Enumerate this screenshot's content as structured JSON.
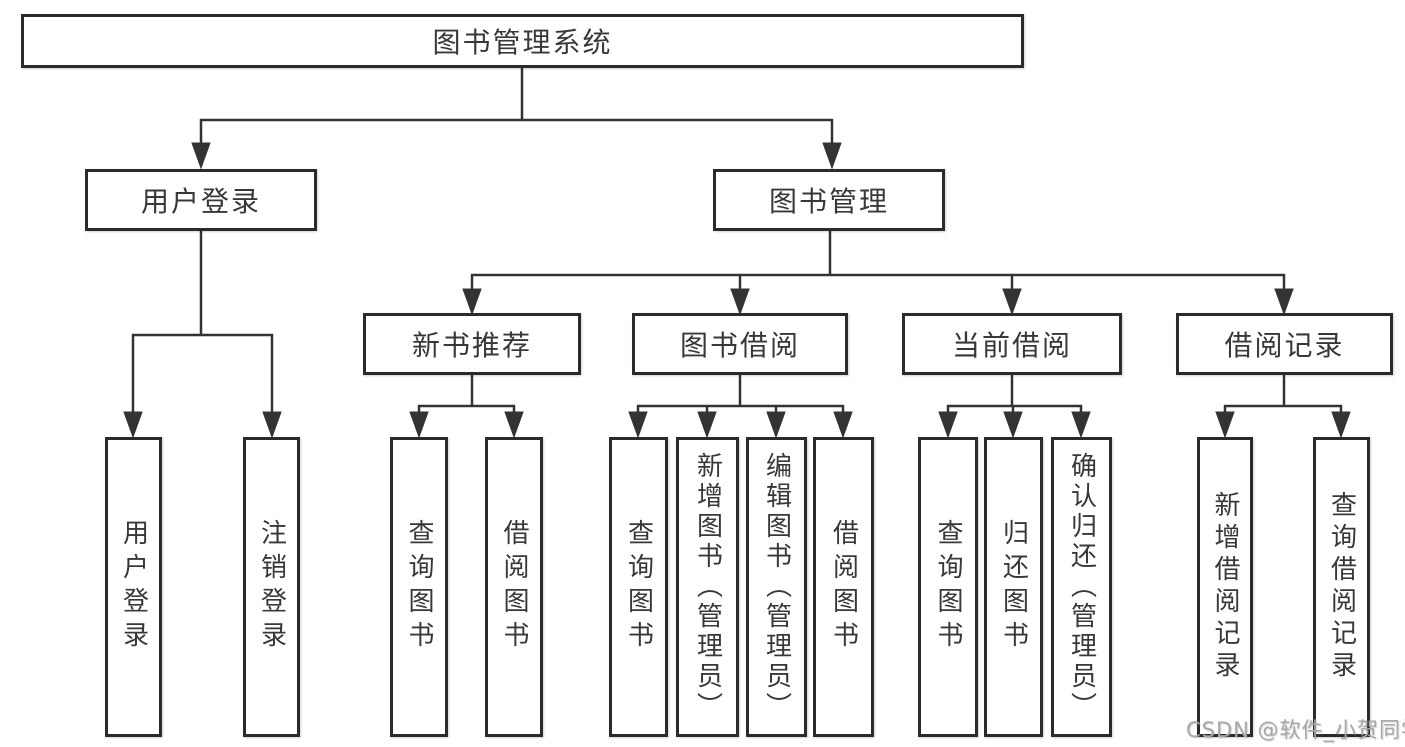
{
  "diagram": {
    "root": "图书管理系统",
    "branches": [
      "用户登录",
      "图书管理"
    ],
    "sections": [
      "新书推荐",
      "图书借阅",
      "当前借阅",
      "借阅记录"
    ],
    "leaves": [
      "用户登录",
      "注销登录",
      "查询图书",
      "借阅图书",
      "查询图书",
      "新增图书（管理员）",
      "编辑图书（管理员）",
      "借阅图书",
      "查询图书",
      "归还图书",
      "确认归还（管理员）",
      "新增借阅记录",
      "查询借阅记录"
    ]
  },
  "watermark": "CSDN @软件_小贺同学",
  "colors": {
    "line": "#333333",
    "border": "#2b2b2b",
    "text": "#38383a",
    "watermark": "#a8a8a8",
    "background": "#ffffff"
  }
}
